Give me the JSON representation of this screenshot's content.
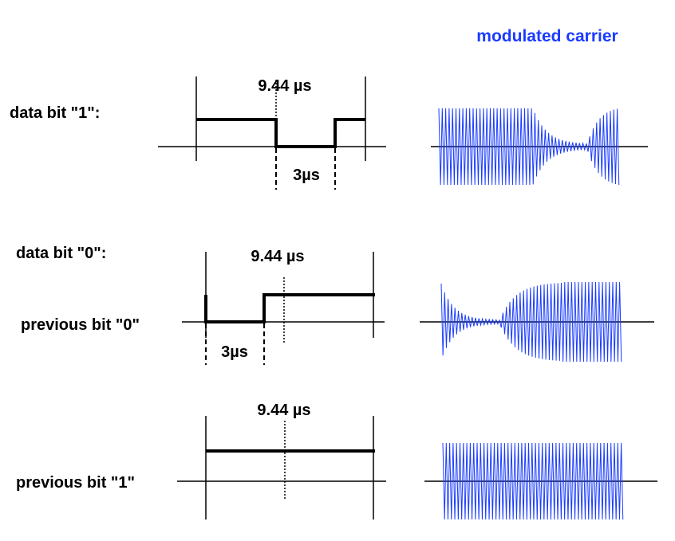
{
  "carrier_title": "modulated carrier",
  "colors": {
    "carrier": "#1a3cff",
    "signal": "#000000"
  },
  "rows": [
    {
      "label": "data bit  \"1\":",
      "bit_period": "9.44 µs",
      "pulse": "3µs"
    },
    {
      "label": "data bit  \"0\":",
      "sublabel": "previous bit \"0\"",
      "bit_period": "9.44 µs",
      "pulse": "3µs"
    },
    {
      "sublabel": "previous bit \"1\"",
      "bit_period": "9.44 µs"
    }
  ]
}
